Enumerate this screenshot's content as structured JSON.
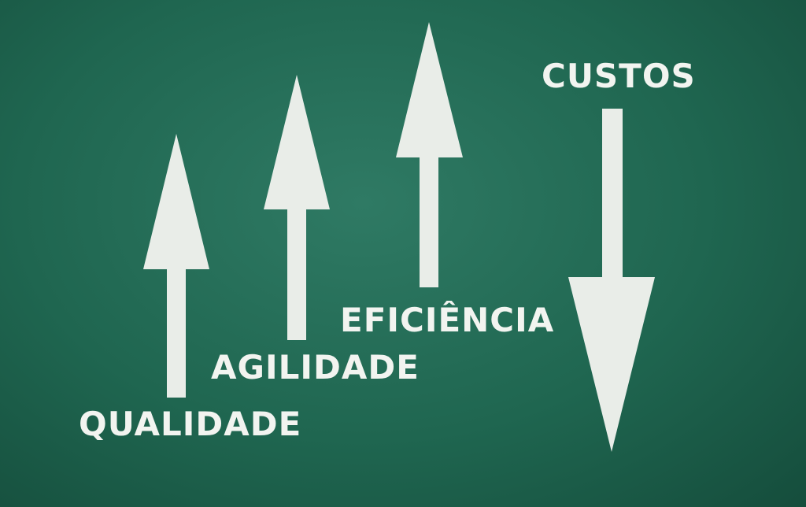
{
  "labels": {
    "qualidade": "QUALIDADE",
    "agilidade": "AGILIDADE",
    "eficiencia": "EFICIÊNCIA",
    "custos": "CUSTOS"
  },
  "colors": {
    "board": "#1f6650",
    "chalk": "#eef1ec"
  }
}
